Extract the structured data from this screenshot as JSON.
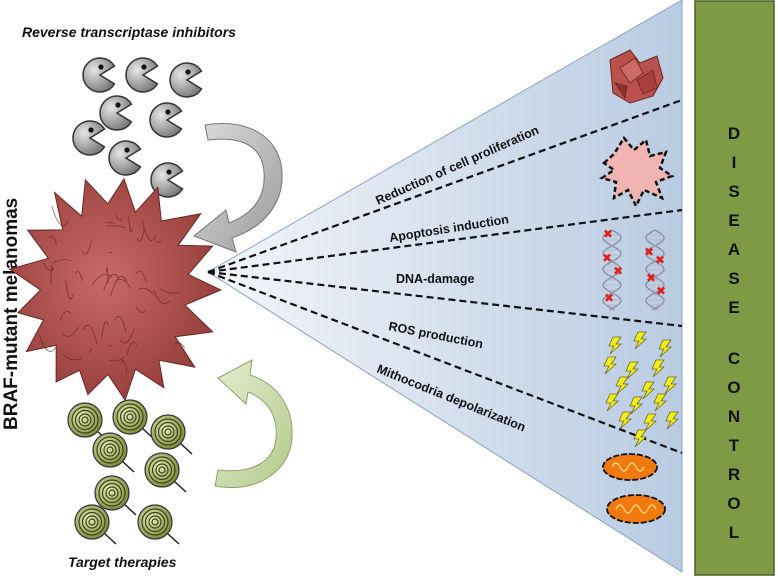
{
  "top_label": "Reverse transcriptase inhibitors",
  "bottom_label": "Target therapies",
  "side_label": "BRAF-mutant melanomas",
  "effects": [
    "Reduction of cell proliferation",
    "Apoptosis induction",
    "DNA-damage",
    "ROS production",
    "Mithocodria depolarization"
  ],
  "outcome_words": [
    "DISEASE",
    "CONTROL"
  ],
  "colors": {
    "tumor": "#b24d4a",
    "outcome_box": "#7f9a45",
    "fan_light": "#f4f6fa",
    "fan_dark": "#b9cbe2",
    "arrow_top": "#a8a8a8",
    "arrow_bottom": "#c7d9a3",
    "mito": "#f07a10",
    "bolt": "#f2ec1a"
  },
  "icons": {
    "inhibitor": "pacman-icon",
    "therapy": "target-spiral-icon",
    "cell": "apoptotic-cell-icon",
    "dna": "dna-helix-icon",
    "ros": "lightning-icon",
    "mito": "mitochondria-icon"
  }
}
